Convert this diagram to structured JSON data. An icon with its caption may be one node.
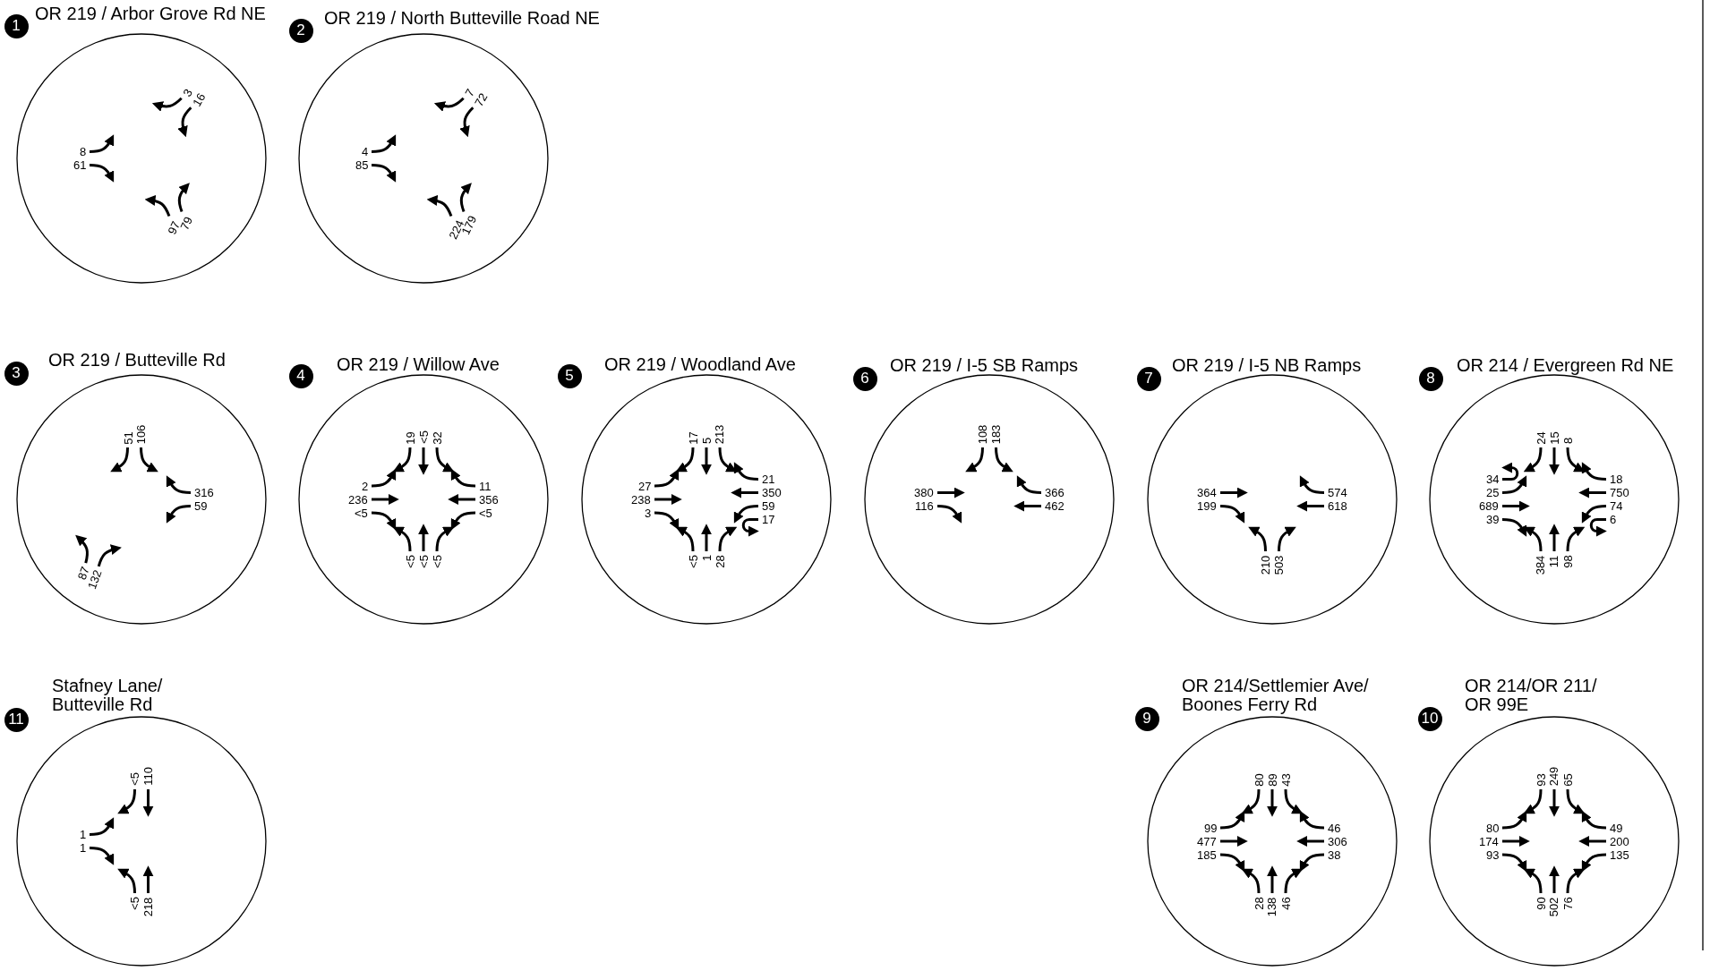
{
  "diagram": {
    "nodes": [
      {
        "text": [
          "1"
        ]
      },
      {
        "text": [
          "OR 219 / Arbor Grove Rd NE",
          "3",
          "16",
          "8",
          "61",
          "97",
          "79"
        ]
      },
      {
        "text": [
          "2"
        ]
      },
      {
        "text": [
          "OR 219 / North Butteville Road NE",
          "7",
          "72",
          "4",
          "85",
          "224",
          "179"
        ]
      },
      {
        "text": [
          "3"
        ]
      },
      {
        "text": [
          "OR 219 / Butteville Rd",
          "51",
          "106",
          "316",
          "59",
          "87",
          "132"
        ]
      },
      {
        "text": [
          "4"
        ]
      },
      {
        "text": [
          "OR 219 / Willow Ave",
          "19",
          "<5",
          "32",
          "2",
          "236",
          "<5",
          "11",
          "356",
          "<5",
          "<5",
          "<5",
          "<5"
        ]
      },
      {
        "text": [
          "5"
        ]
      },
      {
        "text": [
          "OR 219 / Woodland Ave",
          "17",
          "5",
          "213",
          "27",
          "238",
          "3",
          "21",
          "350",
          "59",
          "17",
          "<5",
          "1",
          "28"
        ]
      },
      {
        "text": [
          "6"
        ]
      },
      {
        "text": [
          "OR 219 / I-5 SB Ramps",
          "108",
          "183",
          "380",
          "116",
          "366",
          "462"
        ]
      },
      {
        "text": [
          "7"
        ]
      },
      {
        "text": [
          "OR 219 / I-5 NB Ramps",
          "364",
          "199",
          "574",
          "618",
          "210",
          "503"
        ]
      },
      {
        "text": [
          "8"
        ]
      },
      {
        "text": [
          "OR 214 / Evergreen Rd NE",
          "24",
          "15",
          "8",
          "34",
          "25",
          "689",
          "39",
          "18",
          "750",
          "74",
          "6",
          "384",
          "11",
          "98"
        ]
      },
      {
        "text": [
          "11"
        ]
      },
      {
        "text": [
          "Stafney Lane/ Butteville Rd",
          "<5",
          "110",
          "1",
          "1",
          "<5",
          "218"
        ]
      },
      {
        "text": [
          "9"
        ]
      },
      {
        "text": [
          "OR 214/Settlemier Ave/ Boones Ferry Rd",
          "80",
          "89",
          "43",
          "99",
          "477",
          "185",
          "46",
          "306",
          "38",
          "28",
          "138",
          "46"
        ]
      },
      {
        "text": [
          "10"
        ]
      },
      {
        "text": [
          "OR 214/OR 211/ OR 99E",
          "93",
          "249",
          "65",
          "80",
          "174",
          "93",
          "49",
          "200",
          "135",
          "90",
          "502",
          "76"
        ]
      }
    ]
  }
}
